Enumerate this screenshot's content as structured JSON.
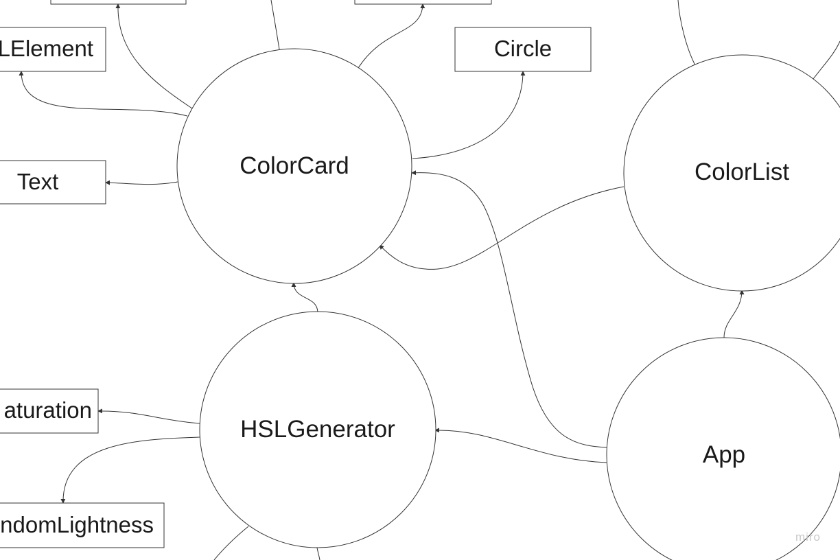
{
  "diagram": {
    "nodes": {
      "colorcard": "ColorCard",
      "colorlist": "ColorList",
      "hslgenerator": "HSLGenerator",
      "app": "App",
      "htmlelement": "LElement",
      "text": "Text",
      "circle": "Circle",
      "saturation": "aturation",
      "random_lightness": "ndomLightness"
    }
  },
  "watermark": "miro",
  "colors": {
    "stroke": "#333333",
    "background": "#ffffff",
    "watermark": "#c9c9c9"
  }
}
